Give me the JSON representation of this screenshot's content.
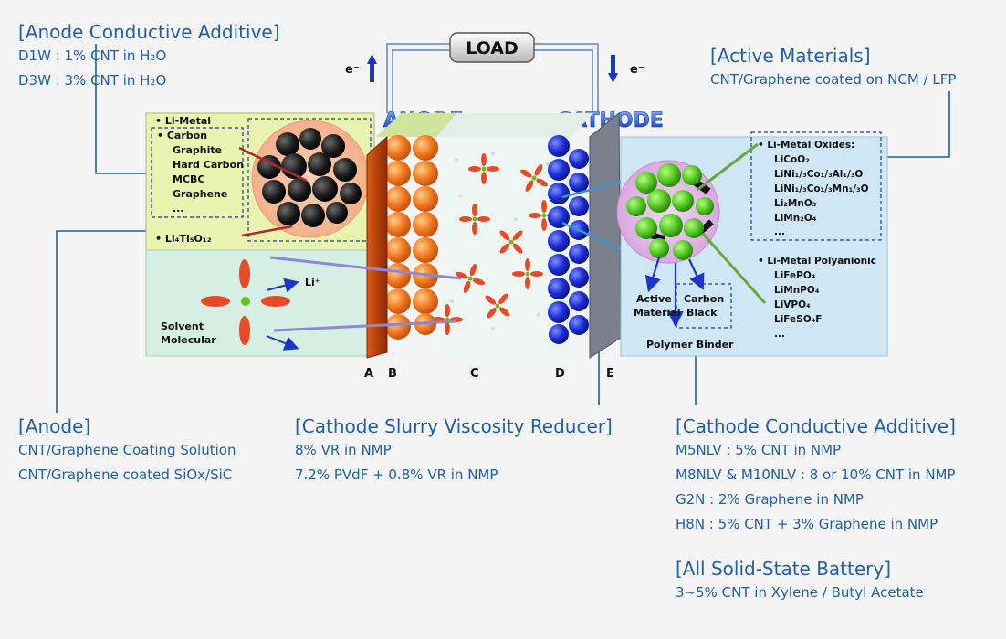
{
  "callouts": {
    "anode_additive": {
      "title": "[Anode Conductive Additive]",
      "lines": [
        "D1W : 1% CNT in H₂O",
        "D3W : 3% CNT in H₂O"
      ]
    },
    "active_materials": {
      "title": "[Active Materials]",
      "lines": [
        "CNT/Graphene coated on NCM / LFP"
      ]
    },
    "anode": {
      "title": "[Anode]",
      "lines": [
        "CNT/Graphene Coating Solution",
        "CNT/Graphene coated SiOx/SiC"
      ]
    },
    "slurry_reducer": {
      "title": "[Cathode Slurry Viscosity Reducer]",
      "lines": [
        "8% VR in NMP",
        "7.2% PVdF + 0.8% VR in NMP"
      ]
    },
    "cathode_additive": {
      "title": "[Cathode Conductive Additive]",
      "lines": [
        "M5NLV : 5% CNT in NMP",
        "M8NLV & M10NLV : 8 or 10% CNT in NMP",
        "G2N : 2% Graphene in NMP",
        "H8N : 5% CNT + 3% Graphene in NMP"
      ]
    },
    "solid_state": {
      "title": "[All Solid-State Battery]",
      "lines": [
        "3~5% CNT in Xylene / Butyl Acetate"
      ]
    }
  },
  "battery": {
    "load": "LOAD",
    "electron_left": "e⁻",
    "electron_right": "e⁻",
    "anode_label": "ANODE",
    "cathode_label": "CATHODE",
    "anode_materials": {
      "li_metal": "• Li-Metal",
      "carbon": "• Carbon",
      "graphite": "Graphite",
      "hard_carbon": "Hard Carbon",
      "mcbc": "MCBC",
      "graphene": "Graphene",
      "ellipsis": "...",
      "lto": "• Li₄Ti₅O₁₂"
    },
    "li_ion": "Li⁺",
    "solvent_line1": "Solvent",
    "solvent_line2": "Molecular",
    "cathode_materials": {
      "oxides_title": "• Li-Metal Oxides:",
      "oxides": [
        "LiCoO₂",
        "LiNi₁/₃Co₁/₃Al₁/₃O",
        "LiNi₁/₃Co₁/₃Mn₁/₃O",
        "Li₂MnO₃",
        "LiMn₂O₄",
        "..."
      ],
      "polyanionic_title": "• Li-Metal Polyanionic",
      "polyanionic": [
        "LiFePO₄",
        "LiMnPO₄",
        "LiVPO₄",
        "LiFeSO₄F",
        "..."
      ]
    },
    "active_material_1": "Active",
    "active_material_2": "Material",
    "carbon_black_1": "Carbon",
    "carbon_black_2": "Black",
    "polymer_binder": "Polymer Binder",
    "letters": [
      "A",
      "B",
      "C",
      "D",
      "E"
    ]
  },
  "colors": {
    "callout_text": "#1f5fa8",
    "leader_line": "#1f5fa8",
    "anode_bg": "#e8f3b0",
    "cathode_bg": "#cfe6f5",
    "orange": "#f0782a",
    "blue_sphere": "#1c2fd6",
    "green_particle": "#4cc41c"
  }
}
